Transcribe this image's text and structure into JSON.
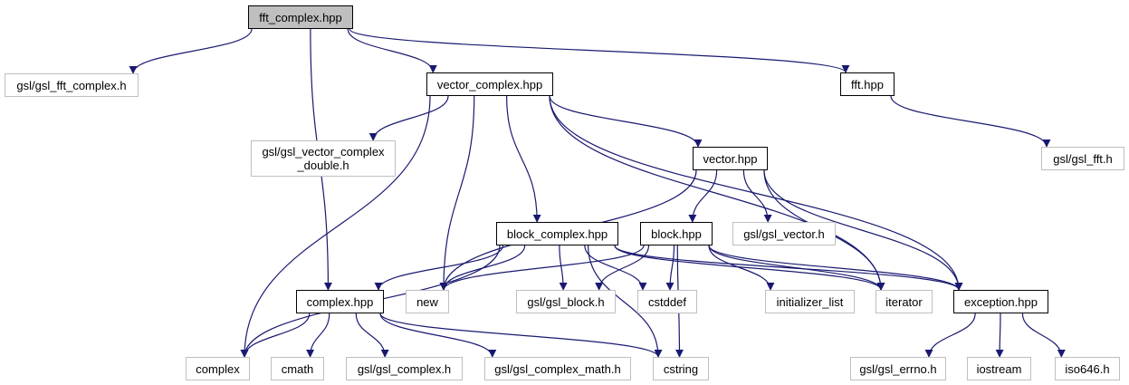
{
  "diagram": {
    "title": "fft_complex.hpp include dependency graph",
    "colors": {
      "edge": "#191970",
      "local_border": "#000000",
      "system_border": "#bfbfbf",
      "root_fill": "#bfbfbf"
    },
    "nodes": [
      {
        "id": "fft_complex",
        "label": "fft_complex.hpp",
        "kind": "root"
      },
      {
        "id": "gsl_fft_complex",
        "label": "gsl/gsl_fft_complex.h",
        "kind": "system"
      },
      {
        "id": "vector_complex",
        "label": "vector_complex.hpp",
        "kind": "local"
      },
      {
        "id": "fft",
        "label": "fft.hpp",
        "kind": "local"
      },
      {
        "id": "gsl_fft",
        "label": "gsl/gsl_fft.h",
        "kind": "system"
      },
      {
        "id": "gsl_vector_complex_double",
        "label": "gsl/gsl_vector_complex\n_double.h",
        "kind": "system"
      },
      {
        "id": "vector",
        "label": "vector.hpp",
        "kind": "local"
      },
      {
        "id": "block_complex",
        "label": "block_complex.hpp",
        "kind": "local"
      },
      {
        "id": "block",
        "label": "block.hpp",
        "kind": "local"
      },
      {
        "id": "gsl_vector",
        "label": "gsl/gsl_vector.h",
        "kind": "system"
      },
      {
        "id": "complex_hpp",
        "label": "complex.hpp",
        "kind": "local"
      },
      {
        "id": "new",
        "label": "new",
        "kind": "system"
      },
      {
        "id": "gsl_block",
        "label": "gsl/gsl_block.h",
        "kind": "system"
      },
      {
        "id": "cstddef",
        "label": "cstddef",
        "kind": "system"
      },
      {
        "id": "initializer_list",
        "label": "initializer_list",
        "kind": "system"
      },
      {
        "id": "iterator",
        "label": "iterator",
        "kind": "system"
      },
      {
        "id": "exception",
        "label": "exception.hpp",
        "kind": "local"
      },
      {
        "id": "complex",
        "label": "complex",
        "kind": "system"
      },
      {
        "id": "cmath",
        "label": "cmath",
        "kind": "system"
      },
      {
        "id": "gsl_complex",
        "label": "gsl/gsl_complex.h",
        "kind": "system"
      },
      {
        "id": "gsl_complex_math",
        "label": "gsl/gsl_complex_math.h",
        "kind": "system"
      },
      {
        "id": "cstring",
        "label": "cstring",
        "kind": "system"
      },
      {
        "id": "gsl_errno",
        "label": "gsl/gsl_errno.h",
        "kind": "system"
      },
      {
        "id": "iostream",
        "label": "iostream",
        "kind": "system"
      },
      {
        "id": "iso646",
        "label": "iso646.h",
        "kind": "system"
      }
    ],
    "edges": [
      [
        "fft_complex",
        "gsl_fft_complex"
      ],
      [
        "fft_complex",
        "vector_complex"
      ],
      [
        "fft_complex",
        "fft"
      ],
      [
        "fft_complex",
        "complex_hpp"
      ],
      [
        "fft",
        "gsl_fft"
      ],
      [
        "vector_complex",
        "gsl_vector_complex_double"
      ],
      [
        "vector_complex",
        "vector"
      ],
      [
        "vector_complex",
        "block_complex"
      ],
      [
        "vector_complex",
        "complex"
      ],
      [
        "vector_complex",
        "new"
      ],
      [
        "vector_complex",
        "iterator"
      ],
      [
        "vector_complex",
        "exception"
      ],
      [
        "vector",
        "block"
      ],
      [
        "vector",
        "gsl_vector"
      ],
      [
        "vector",
        "new"
      ],
      [
        "vector",
        "iterator"
      ],
      [
        "vector",
        "exception"
      ],
      [
        "block_complex",
        "complex_hpp"
      ],
      [
        "block_complex",
        "new"
      ],
      [
        "block_complex",
        "gsl_block"
      ],
      [
        "block_complex",
        "cstddef"
      ],
      [
        "block_complex",
        "cstring"
      ],
      [
        "block_complex",
        "complex"
      ],
      [
        "block_complex",
        "iterator"
      ],
      [
        "block_complex",
        "exception"
      ],
      [
        "block",
        "new"
      ],
      [
        "block",
        "gsl_block"
      ],
      [
        "block",
        "cstddef"
      ],
      [
        "block",
        "cstring"
      ],
      [
        "block",
        "initializer_list"
      ],
      [
        "block",
        "iterator"
      ],
      [
        "block",
        "exception"
      ],
      [
        "complex_hpp",
        "complex"
      ],
      [
        "complex_hpp",
        "cmath"
      ],
      [
        "complex_hpp",
        "gsl_complex"
      ],
      [
        "complex_hpp",
        "gsl_complex_math"
      ],
      [
        "complex_hpp",
        "cstring"
      ],
      [
        "exception",
        "gsl_errno"
      ],
      [
        "exception",
        "iostream"
      ],
      [
        "exception",
        "iso646"
      ]
    ]
  }
}
